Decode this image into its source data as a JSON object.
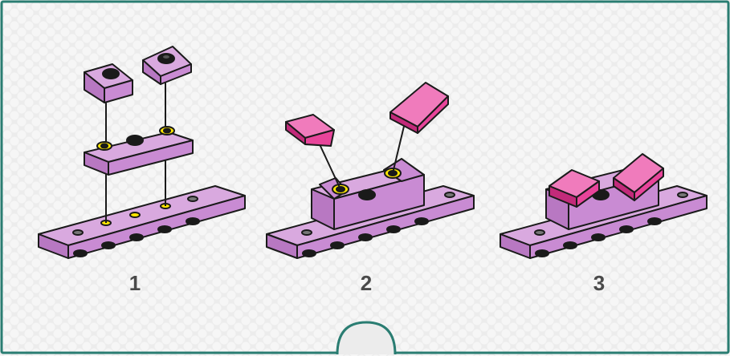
{
  "colors": {
    "frame": "#2a7d72",
    "brick_purple": "#c98bd3",
    "brick_purple_top": "#d9a9df",
    "brick_magenta": "#e8449a",
    "accent_yellow": "#ffe600",
    "outline": "#1a1a1a"
  },
  "steps": [
    {
      "number": "1"
    },
    {
      "number": "2"
    },
    {
      "number": "3"
    }
  ]
}
